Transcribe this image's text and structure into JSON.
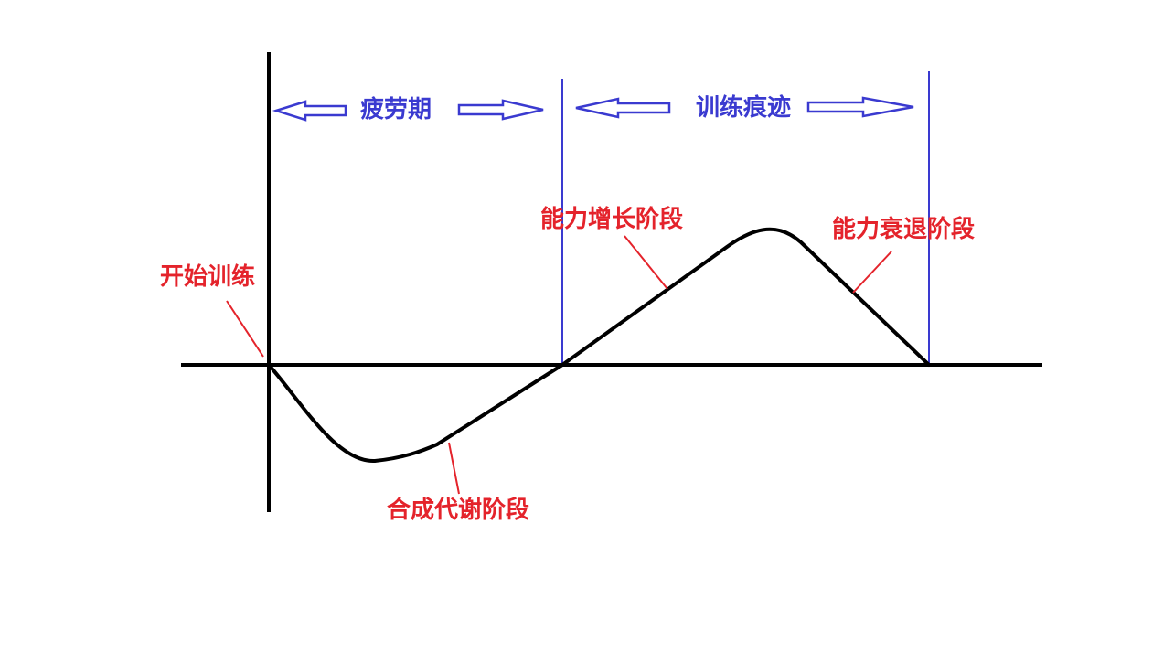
{
  "colors": {
    "background": "#ffffff",
    "axis": "#000000",
    "curve": "#000000",
    "phase_marker": "#3a3ad0",
    "phase_label": "#3a3ad0",
    "stage_label": "#e4232b",
    "leader_line": "#e4232b"
  },
  "phases": {
    "fatigue": "疲劳期",
    "training_trace": "训练痕迹"
  },
  "stages": {
    "start_training": "开始训练",
    "anabolic": "合成代谢阶段",
    "ability_growth": "能力增长阶段",
    "ability_decline": "能力衰退阶段"
  }
}
